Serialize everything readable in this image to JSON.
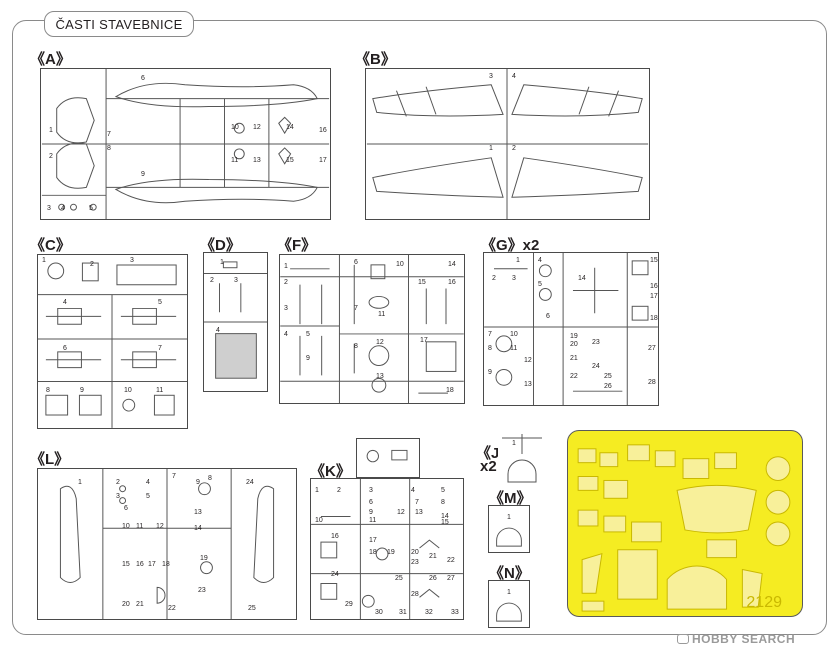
{
  "title": "ČASTI STAVEBNICE",
  "sprues": {
    "A": {
      "label": "《A》",
      "parts": [
        "1",
        "2",
        "3",
        "4",
        "5",
        "6",
        "7",
        "8",
        "9",
        "10",
        "11",
        "12",
        "13",
        "14",
        "15",
        "16",
        "17"
      ]
    },
    "B": {
      "label": "《B》",
      "parts": [
        "1",
        "2",
        "3",
        "4"
      ]
    },
    "C": {
      "label": "《C》",
      "parts": [
        "1",
        "2",
        "3",
        "4",
        "5",
        "6",
        "7",
        "8",
        "9",
        "10",
        "11"
      ]
    },
    "D": {
      "label": "《D》",
      "parts": [
        "1",
        "2",
        "3",
        "4"
      ]
    },
    "F": {
      "label": "《F》",
      "parts": [
        "1",
        "2",
        "3",
        "4",
        "5",
        "6",
        "7",
        "8",
        "9",
        "10",
        "11",
        "12",
        "13",
        "14",
        "15",
        "16",
        "17",
        "18"
      ]
    },
    "G": {
      "label": "《G》x2",
      "parts": [
        "1",
        "2",
        "3",
        "4",
        "5",
        "6",
        "7",
        "8",
        "9",
        "10",
        "11",
        "12",
        "13",
        "14",
        "15",
        "16",
        "17",
        "18",
        "19",
        "20",
        "21",
        "22",
        "23",
        "24",
        "25",
        "26",
        "27",
        "28"
      ]
    },
    "L": {
      "label": "《L》",
      "parts": [
        "1",
        "2",
        "3",
        "4",
        "5",
        "6",
        "7",
        "8",
        "9",
        "10",
        "11",
        "12",
        "13",
        "14",
        "15",
        "16",
        "17",
        "18",
        "19",
        "20",
        "21",
        "22",
        "23",
        "24",
        "25"
      ]
    },
    "K": {
      "label": "《K》",
      "parts": [
        "1",
        "2",
        "3",
        "4",
        "5",
        "6",
        "7",
        "8",
        "9",
        "10",
        "11",
        "12",
        "13",
        "14",
        "15",
        "16",
        "17",
        "18",
        "19",
        "20",
        "21",
        "22",
        "23",
        "24",
        "25",
        "26",
        "27",
        "28",
        "29",
        "30",
        "31",
        "32",
        "33"
      ]
    },
    "J": {
      "label": "《J》",
      "multiplier": "x2",
      "parts": [
        "1"
      ]
    },
    "M": {
      "label": "《M》",
      "parts": [
        "1"
      ]
    },
    "N": {
      "label": "《N》",
      "parts": [
        "1"
      ]
    }
  },
  "photo_etch": {
    "code": "2129"
  },
  "watermark": "HOBBY SEARCH",
  "colors": {
    "frame": "#8a8a8a",
    "sprue": "#4a4a4a",
    "photo_etch": "#f5ec22"
  }
}
